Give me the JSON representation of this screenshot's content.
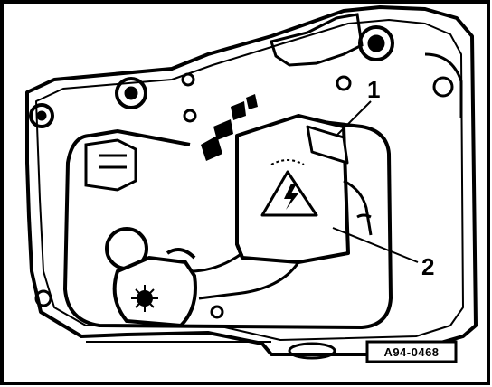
{
  "diagram": {
    "callouts": [
      {
        "id": "1",
        "label": "1"
      },
      {
        "id": "2",
        "label": "2"
      }
    ],
    "reference_code": "A94-0468",
    "warning_symbol": "high-voltage-warning-icon",
    "colors": {
      "ink": "#000000",
      "paper": "#ffffff"
    }
  }
}
